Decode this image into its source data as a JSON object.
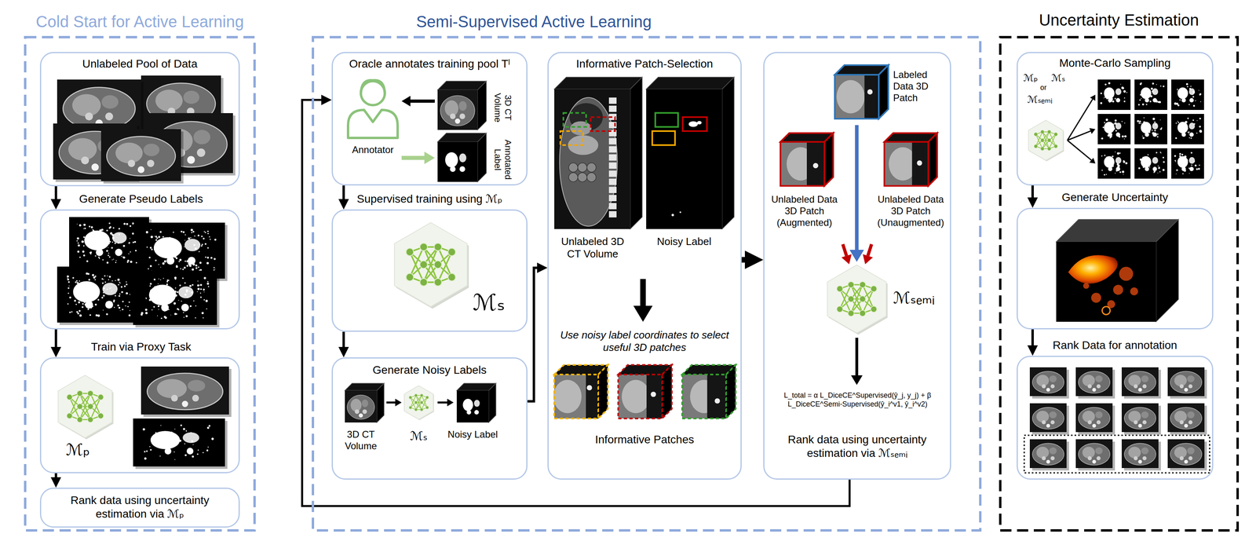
{
  "diagram": {
    "nodes": [
      {
        "text": [
          "Cold Start for Active Learning"
        ]
      },
      {
        "text": [
          "Unlabeled Pool of Data"
        ],
        "in": 0
      },
      {
        "text": [
          "Generate Pseudo Labels"
        ],
        "in": 0
      },
      {
        "text": [
          "Train via Proxy Task",
          "ℳₚ"
        ],
        "in": 0
      },
      {
        "text": [
          "Rank data using uncertainty estimation via ℳₚ"
        ],
        "in": 0
      },
      {
        "text": [
          "Semi-Supervised Active Learning"
        ]
      },
      {
        "text": [
          "Oracle annotates training pool Tˡ",
          "Annotator",
          "3D CT Volume",
          "Annotated Label"
        ],
        "in": 5
      },
      {
        "text": [
          "Supervised training using ℳₚ",
          "ℳₛ"
        ],
        "in": 5
      },
      {
        "text": [
          "Generate Noisy Labels",
          "3D CT Volume",
          "ℳₛ",
          "Noisy Label"
        ],
        "in": 5
      },
      {
        "text": [
          "Informative Patch-Selection",
          "Unlabeled 3D CT Volume",
          "Noisy Label",
          "Use noisy label coordinates to select useful 3D patches",
          "Informative Patches"
        ],
        "in": 5
      },
      {
        "text": [
          "Labeled Data 3D Patch",
          "Unlabeled Data 3D Patch (Augmented)",
          "Unlabeled Data 3D Patch (Unaugmented)",
          "ℳₛₑₘᵢ",
          "L_total = α L_DiceCE^Supervised(ŷ_j, y_j) + β L_DiceCE^Semi-Supervised(ŷ_i^v1, ŷ_i^v2)",
          "Rank data using uncertainty estimation via ℳₛₑₘᵢ"
        ],
        "in": 5
      },
      {
        "text": [
          "Uncertainty Estimation"
        ]
      },
      {
        "text": [
          "Monte-Carlo Sampling",
          "ℳₚ",
          "ℳₛ",
          "or",
          "ℳₛₑₘᵢ"
        ],
        "in": 11
      },
      {
        "text": [
          "Generate Uncertainty"
        ],
        "in": 11
      },
      {
        "text": [
          "Rank Data for annotation"
        ],
        "in": 11
      }
    ],
    "edges": [
      {
        "from": 1,
        "to": 2,
        "arrow": "to"
      },
      {
        "from": 2,
        "to": 3,
        "arrow": "to"
      },
      {
        "from": 3,
        "to": 4,
        "arrow": "to"
      },
      {
        "from": 6,
        "to": 7,
        "arrow": "to"
      },
      {
        "from": 7,
        "to": 8,
        "arrow": "to"
      },
      {
        "from": 8,
        "to": 9,
        "arrow": "to"
      },
      {
        "from": 9,
        "to": 10,
        "arrow": "to"
      },
      {
        "from": 10,
        "to": 6,
        "arrow": "to"
      },
      {
        "from": 12,
        "to": 13,
        "arrow": "to"
      },
      {
        "from": 13,
        "to": 14,
        "arrow": "to"
      }
    ]
  }
}
